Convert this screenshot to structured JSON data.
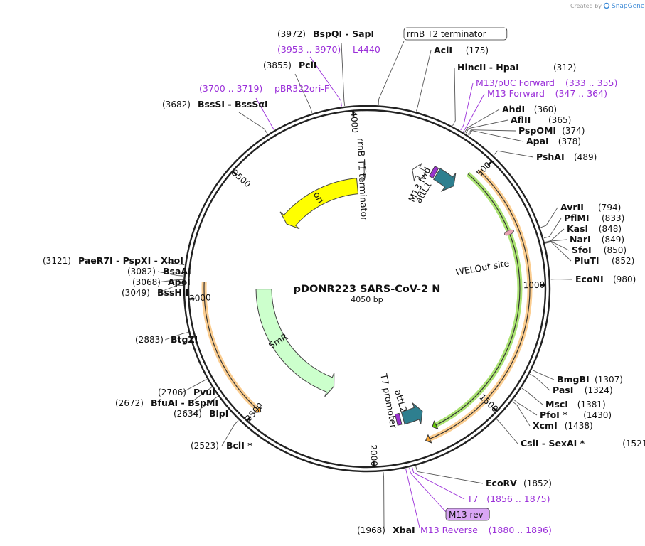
{
  "credit": {
    "prefix": "Created by",
    "brand": "SnapGene"
  },
  "title": "pDONR223 SARS-CoV-2 N",
  "length_label": "4050 bp",
  "total_bp": 4050,
  "colors": {
    "primer": "#9b30d9",
    "ori": "#ffff00",
    "smr": "#ccffcc",
    "green_orf": "#66cc00",
    "orange_orf": "#f7a434",
    "att": "#2e7f8f",
    "m13_rev_box": "#d9a6f5"
  },
  "ticks": [
    {
      "bp": 500,
      "label": "500"
    },
    {
      "bp": 1000,
      "label": "1000"
    },
    {
      "bp": 1500,
      "label": "1500"
    },
    {
      "bp": 2000,
      "label": "2000"
    },
    {
      "bp": 2500,
      "label": "2500"
    },
    {
      "bp": 3000,
      "label": "3000"
    },
    {
      "bp": 3500,
      "label": "3500"
    },
    {
      "bp": 4000,
      "label": "4000"
    }
  ],
  "sites": [
    {
      "name": "BspQI",
      "name2": "SapI",
      "pos": "(3972)",
      "bp": 3972,
      "primer": false,
      "boxed": false
    },
    {
      "name": "L4440",
      "pos": "(3953 .. 3970)",
      "bp": 3961,
      "primer": true,
      "boxed": false
    },
    {
      "name": "PciI",
      "pos": "(3855)",
      "bp": 3855,
      "primer": false,
      "boxed": false
    },
    {
      "name": "pBR322ori-F",
      "pos": "(3700 .. 3719)",
      "bp": 3709,
      "primer": true,
      "boxed": false
    },
    {
      "name": "BssSI",
      "name2": "BssSαI",
      "pos": "(3682)",
      "bp": 3682,
      "primer": false,
      "boxed": false
    },
    {
      "name": "rrnB T2 terminator",
      "pos": "",
      "bp": 40,
      "primer": false,
      "boxed": true
    },
    {
      "name": "AclI",
      "pos": "(175)",
      "bp": 175,
      "primer": false,
      "boxed": false
    },
    {
      "name": "HincII",
      "name2": "HpaI",
      "pos": "(312)",
      "bp": 312,
      "primer": false,
      "boxed": false
    },
    {
      "name": "M13/pUC Forward",
      "pos": "(333 .. 355)",
      "bp": 344,
      "primer": true,
      "boxed": false
    },
    {
      "name": "M13 Forward",
      "pos": "(347 .. 364)",
      "bp": 355,
      "primer": true,
      "boxed": false
    },
    {
      "name": "AhdI",
      "pos": "(360)",
      "bp": 360,
      "primer": false,
      "boxed": false
    },
    {
      "name": "AflII",
      "pos": "(365)",
      "bp": 365,
      "primer": false,
      "boxed": false
    },
    {
      "name": "PspOMI",
      "pos": "(374)",
      "bp": 374,
      "primer": false,
      "boxed": false
    },
    {
      "name": "ApaI",
      "pos": "(378)",
      "bp": 378,
      "primer": false,
      "boxed": false
    },
    {
      "name": "PshAI",
      "pos": "(489)",
      "bp": 489,
      "primer": false,
      "boxed": false
    },
    {
      "name": "AvrII",
      "pos": "(794)",
      "bp": 794,
      "primer": false,
      "boxed": false
    },
    {
      "name": "PflMI",
      "pos": "(833)",
      "bp": 833,
      "primer": false,
      "boxed": false
    },
    {
      "name": "KasI",
      "pos": "(848)",
      "bp": 848,
      "primer": false,
      "boxed": false
    },
    {
      "name": "NarI",
      "pos": "(849)",
      "bp": 849,
      "primer": false,
      "boxed": false
    },
    {
      "name": "SfoI",
      "pos": "(850)",
      "bp": 850,
      "primer": false,
      "boxed": false
    },
    {
      "name": "PluTI",
      "pos": "(852)",
      "bp": 852,
      "primer": false,
      "boxed": false
    },
    {
      "name": "EcoNI",
      "pos": "(980)",
      "bp": 980,
      "primer": false,
      "boxed": false
    },
    {
      "name": "BmgBI",
      "pos": "(1307)",
      "bp": 1307,
      "primer": false,
      "boxed": false
    },
    {
      "name": "PasI",
      "pos": "(1324)",
      "bp": 1324,
      "primer": false,
      "boxed": false
    },
    {
      "name": "MscI",
      "pos": "(1381)",
      "bp": 1381,
      "primer": false,
      "boxed": false
    },
    {
      "name": "PfoI *",
      "pos": "(1430)",
      "bp": 1430,
      "primer": false,
      "boxed": false
    },
    {
      "name": "XcmI",
      "pos": "(1438)",
      "bp": 1438,
      "primer": false,
      "boxed": false
    },
    {
      "name": "CsiI",
      "name2": "SexAI *",
      "pos": "(1521)",
      "bp": 1521,
      "primer": false,
      "boxed": false
    },
    {
      "name": "EcoRV",
      "pos": "(1852)",
      "bp": 1852,
      "primer": false,
      "boxed": false
    },
    {
      "name": "T7",
      "pos": "(1856 .. 1875)",
      "bp": 1865,
      "primer": true,
      "boxed": false
    },
    {
      "name": "M13 rev",
      "pos": "",
      "bp": 1875,
      "primer": true,
      "boxed": true
    },
    {
      "name": "M13 Reverse",
      "pos": "(1880 .. 1896)",
      "bp": 1888,
      "primer": true,
      "boxed": false
    },
    {
      "name": "XbaI",
      "pos": "(1968)",
      "bp": 1968,
      "primer": false,
      "boxed": false
    },
    {
      "name": "BclI *",
      "pos": "(2523)",
      "bp": 2523,
      "primer": false,
      "boxed": false
    },
    {
      "name": "BlpI",
      "pos": "(2634)",
      "bp": 2634,
      "primer": false,
      "boxed": false
    },
    {
      "name": "BfuAI",
      "name2": "BspMI",
      "pos": "(2672)",
      "bp": 2672,
      "primer": false,
      "boxed": false
    },
    {
      "name": "PvuI",
      "pos": "(2706)",
      "bp": 2706,
      "primer": false,
      "boxed": false
    },
    {
      "name": "BtgZI",
      "pos": "(2883)",
      "bp": 2883,
      "primer": false,
      "boxed": false
    },
    {
      "name": "BssHII",
      "pos": "(3049)",
      "bp": 3049,
      "primer": false,
      "boxed": false
    },
    {
      "name": "ApoI",
      "pos": "(3068)",
      "bp": 3068,
      "primer": false,
      "boxed": false
    },
    {
      "name": "BsaAI",
      "pos": "(3082)",
      "bp": 3082,
      "primer": false,
      "boxed": false
    },
    {
      "name": "PaeR7I",
      "name2": "PspXI",
      "name3": "XhoI",
      "pos": "(3121)",
      "bp": 3121,
      "primer": false,
      "boxed": false
    }
  ],
  "features": [
    {
      "name": "ori",
      "start": 3475,
      "end": 3990,
      "strand": -1,
      "color": "#ffff00"
    },
    {
      "name": "SmR",
      "start": 2235,
      "end": 3035,
      "strand": -1,
      "color": "#ccffcc"
    },
    {
      "name": "rrnB T1 terminator",
      "start": 4035,
      "end": 4045,
      "strand": 1,
      "color": "#ffffff"
    },
    {
      "name": "rrnB T1 terminator",
      "start": 235,
      "end": 300,
      "strand": -1,
      "color": "#ffffff"
    },
    {
      "name": "M13 fwd",
      "start": 327,
      "end": 345,
      "strand": 1,
      "color": "#9933cc"
    },
    {
      "name": "attL1",
      "start": 353,
      "end": 452,
      "strand": 1,
      "color": "#2e7f8f"
    },
    {
      "name": "WELQut site",
      "start": 762,
      "end": 780,
      "strand": 1,
      "color": "#e6a0b0"
    },
    {
      "name": "T7 promoter",
      "start": 1878,
      "end": 1893,
      "strand": -1,
      "color": "#ffffff"
    },
    {
      "name": "attL2",
      "start": 1751,
      "end": 1850,
      "strand": -1,
      "color": "#2e7f8f"
    },
    {
      "name": "",
      "start": 1863,
      "end": 1883,
      "strand": -1,
      "color": "#9933cc"
    }
  ],
  "orfs": [
    {
      "start": 465,
      "end": 1728,
      "strand": 1,
      "color": "#66cc00"
    },
    {
      "start": 490,
      "end": 1775,
      "strand": 1,
      "color": "#f7a434"
    },
    {
      "start": 2495,
      "end": 3065,
      "strand": -1,
      "color": "#f7a434"
    }
  ]
}
